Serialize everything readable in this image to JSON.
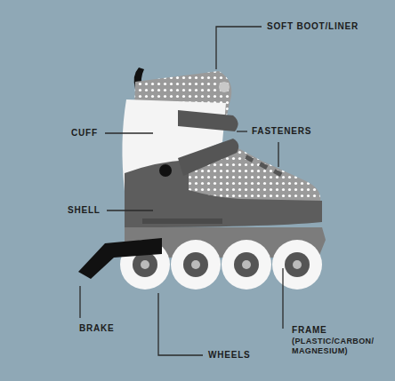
{
  "diagram": {
    "labels": [
      "SOFT BOOT/LINER",
      "CUFF",
      "FASTENERS",
      "SHELL",
      "BRAKE",
      "WHEELS",
      "FRAME",
      "(PLASTIC/CARBON/ MAGNESIUM)"
    ]
  }
}
